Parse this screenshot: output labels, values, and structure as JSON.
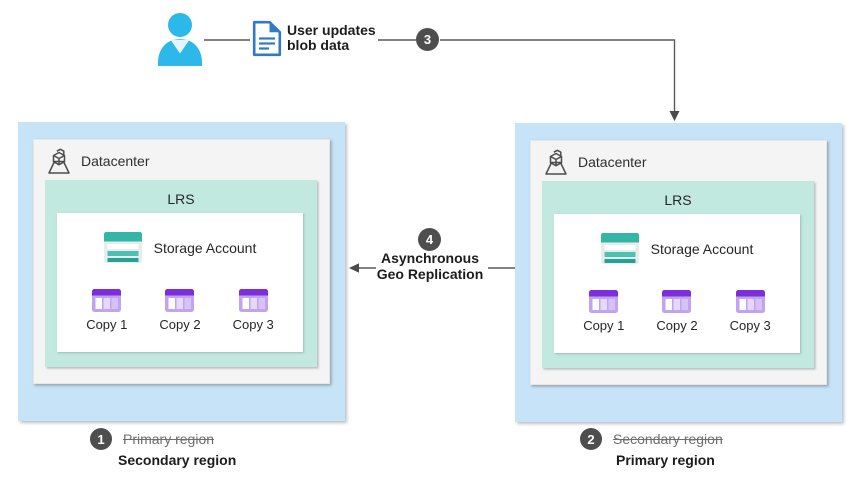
{
  "flow": {
    "step3_badge": "3",
    "user_action": {
      "line1": "User updates",
      "line2": "blob data"
    }
  },
  "replication": {
    "step4_badge": "4",
    "label_line1": "Asynchronous",
    "label_line2": "Geo Replication"
  },
  "left_region": {
    "datacenter_label": "Datacenter",
    "redundancy_label": "LRS",
    "storage_account_label": "Storage Account",
    "copies": [
      "Copy 1",
      "Copy 2",
      "Copy 3"
    ],
    "step_badge": "1",
    "previous_role": "Primary region",
    "current_role": "Secondary region"
  },
  "right_region": {
    "datacenter_label": "Datacenter",
    "redundancy_label": "LRS",
    "storage_account_label": "Storage Account",
    "copies": [
      "Copy 1",
      "Copy 2",
      "Copy 3"
    ],
    "step_badge": "2",
    "previous_role": "Secondary region",
    "current_role": "Primary region"
  },
  "colors": {
    "region_fill": "#C7E3F7",
    "datacenter_fill": "#F4F4F4",
    "lrs_fill": "#C2E9DF",
    "badge_fill": "#4E4E4E",
    "connector": "#595959",
    "person_icon_blue": "#2CB9E9",
    "document_icon_blue": "#3478C9",
    "storage_account_teal": "#33B6A6",
    "copy_icon_purple": "#7C2ED9"
  }
}
